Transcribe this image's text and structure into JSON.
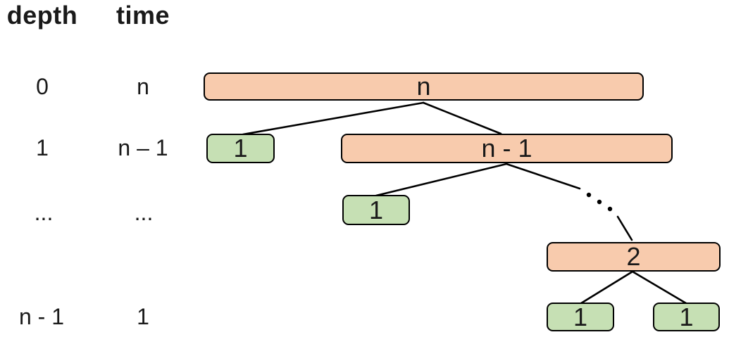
{
  "colors": {
    "node_orange": "#F8CBAD",
    "node_green": "#C6E0B4",
    "node_border": "#000000",
    "edge": "#000000",
    "text": "#1a1a1a",
    "background": "#FFFFFF"
  },
  "columns": {
    "depth_header": "depth",
    "time_header": "time"
  },
  "rows": [
    {
      "depth": "0",
      "time": "n"
    },
    {
      "depth": "1",
      "time": "n – 1"
    },
    {
      "depth": "...",
      "time": "..."
    },
    {
      "depth": "n - 1",
      "time": "1"
    }
  ],
  "tree": {
    "nodes": [
      {
        "id": "root",
        "label": "n",
        "color": "orange"
      },
      {
        "id": "depth1-leaf",
        "label": "1",
        "color": "green"
      },
      {
        "id": "depth1-recurse",
        "label": "n - 1",
        "color": "orange"
      },
      {
        "id": "depth2-leaf",
        "label": "1",
        "color": "green"
      },
      {
        "id": "deep-recurse",
        "label": "2",
        "color": "orange"
      },
      {
        "id": "bottom-leaf-left",
        "label": "1",
        "color": "green"
      },
      {
        "id": "bottom-leaf-right",
        "label": "1",
        "color": "green"
      }
    ],
    "ellipsis_dots": 3
  }
}
